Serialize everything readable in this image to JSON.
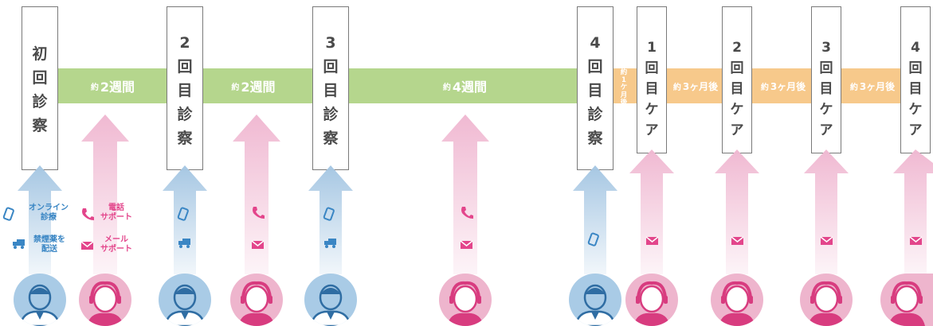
{
  "colors": {
    "green": "#b5d68d",
    "orange": "#f7c98b",
    "blue_arrow": "#a6c7e3",
    "pink_arrow": "#f0b9d2",
    "blue_icon": "#3a86c4",
    "pink_icon": "#e3458b"
  },
  "visits": [
    {
      "chars": [
        "初",
        "回",
        "診",
        "察"
      ]
    },
    {
      "chars": [
        "2",
        "回",
        "目",
        "診",
        "察"
      ]
    },
    {
      "chars": [
        "3",
        "回",
        "目",
        "診",
        "察"
      ]
    },
    {
      "chars": [
        "4",
        "回",
        "目",
        "診",
        "察"
      ]
    },
    {
      "chars": [
        "1",
        "回",
        "目",
        "ケ",
        "ア"
      ]
    },
    {
      "chars": [
        "2",
        "回",
        "目",
        "ケ",
        "ア"
      ]
    },
    {
      "chars": [
        "3",
        "回",
        "目",
        "ケ",
        "ア"
      ]
    },
    {
      "chars": [
        "4",
        "回",
        "目",
        "ケ",
        "ア"
      ]
    }
  ],
  "intervals": [
    {
      "prefix": "約",
      "text": "2週間"
    },
    {
      "prefix": "約",
      "text": "2週間"
    },
    {
      "prefix": "約",
      "text": "4週間"
    },
    {
      "vertical": [
        "約",
        "1",
        "ケ",
        "月",
        "後"
      ]
    },
    {
      "prefix": "約",
      "text": "3ヶ月後"
    },
    {
      "prefix": "約",
      "text": "3ヶ月後"
    },
    {
      "prefix": "約",
      "text": "3ヶ月後"
    }
  ],
  "legend": {
    "online": [
      "オンライン",
      "診療"
    ],
    "delivery": [
      "禁煙薬を",
      "配送"
    ],
    "phone": [
      "電話",
      "サポート"
    ],
    "mail": [
      "メール",
      "サポート"
    ]
  },
  "icons": {
    "phone_device": "smartphone-icon",
    "delivery": "delivery-truck-icon",
    "phone_call": "phone-icon",
    "mail": "mail-icon",
    "doctor": "doctor-avatar-icon",
    "operator": "operator-avatar-icon"
  }
}
